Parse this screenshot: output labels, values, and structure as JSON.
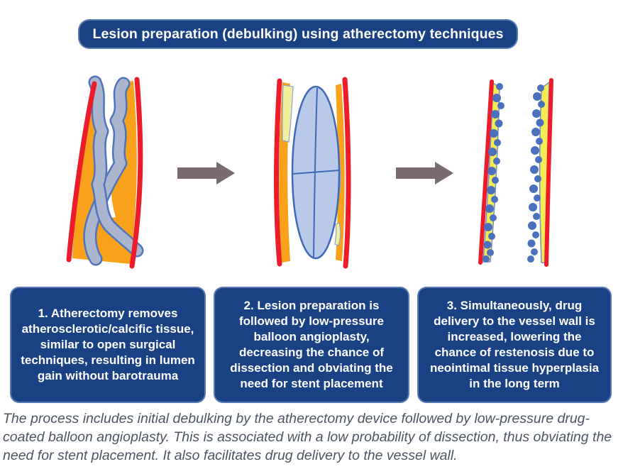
{
  "banner": {
    "title": "Lesion preparation (debulking) using atherectomy techniques"
  },
  "steps": [
    {
      "label": "1. Atherectomy removes atherosclerotic/calcific tissue, similar to open surgical techniques, resulting in lumen gain without barotrauma"
    },
    {
      "label": "2. Lesion preparation is followed by low-pressure balloon angioplasty, decreasing the chance of dissection and obviating the need for stent placement"
    },
    {
      "label": "3. Simultaneously, drug delivery to the vessel wall is increased, lowering the chance of restenosis due to neointimal tissue hyperplasia in the long term"
    }
  ],
  "caption": "The process includes initial debulking by the atherectomy device followed by low-pressure drug-coated balloon angioplasty. This is associated with a low probability of dissection, thus obviating the need for stent placement. It also facilitates drug delivery to the vessel wall.",
  "icons": {
    "arrow_right": "process-step arrow",
    "vessel_calcified_plaque": "diseased vessel with calcific plaque",
    "balloon_angioplasty": "low-pressure balloon inflated in vessel",
    "drug_delivery": "vessel wall with drug particles"
  },
  "colors": {
    "navy_box": "#1a4183",
    "vessel_wall_red": "#ec1c2a",
    "plaque_orange": "#f9a11b",
    "plaque_yellow": "#f4ea53",
    "pale_yellow": "#f2ef9e",
    "calcium_gray": "#aab6ce",
    "tissue_outline_blue": "#4f74bd",
    "balloon_fill": "#b9c9e9",
    "balloon_outline": "#3f6ab5",
    "drug_dot_blue": "#4a70be",
    "arrow_gray": "#7b6a70",
    "caption_text": "#4b5563"
  }
}
